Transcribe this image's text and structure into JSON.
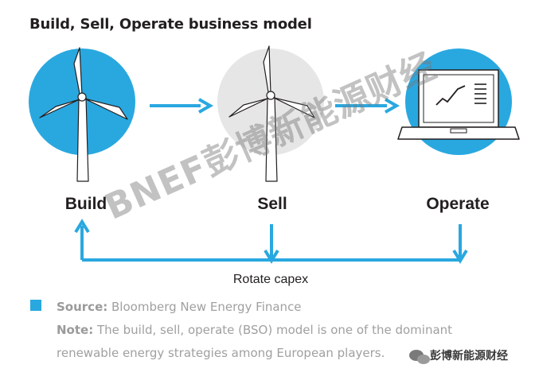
{
  "title": "Build, Sell, Operate business model",
  "stages": [
    {
      "label": "Build",
      "icon": "wind-turbine-icon",
      "circle_color": "#29a8e0"
    },
    {
      "label": "Sell",
      "icon": "wind-turbine-icon",
      "circle_color": "#e6e6e6"
    },
    {
      "label": "Operate",
      "icon": "laptop-chart-icon",
      "circle_color": "#29a8e0"
    }
  ],
  "loop_label": "Rotate capex",
  "accent_color": "#29a8e0",
  "watermark": "BNEF彭博新能源财经",
  "source": {
    "label": "Source:",
    "text": " Bloomberg New Energy Finance"
  },
  "note": {
    "label": "Note:",
    "text": " The build, sell, operate (BSO) model is one of the dominant renewable energy strategies among European players."
  },
  "wechat_handle": "彭博新能源财经"
}
